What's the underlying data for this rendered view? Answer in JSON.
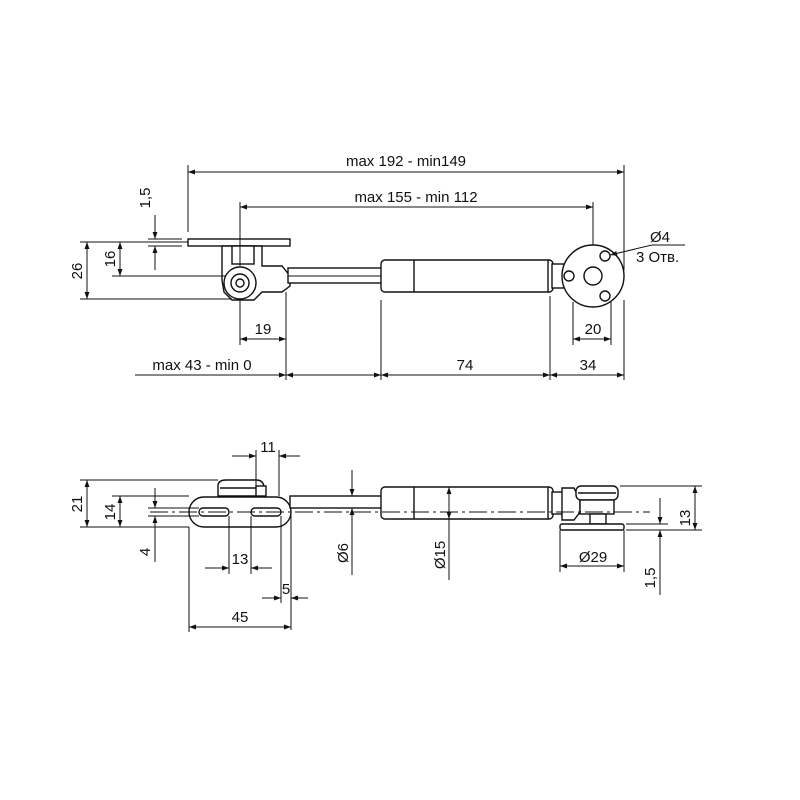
{
  "top_view": {
    "overall_length": "max 192 - min149",
    "stroke_length": "max 155 - min 112",
    "plate_thickness": "1,5",
    "height_26": "26",
    "height_16": "16",
    "hole_diameter": "Ø4",
    "hole_count": "3 Отв.",
    "dim_19": "19",
    "dim_20": "20",
    "range_left": "max 43 - min 0",
    "body_length": "74",
    "end_length": "34"
  },
  "bottom_view": {
    "dim_11": "11",
    "dim_21": "21",
    "dim_14": "14",
    "dim_4": "4",
    "dim_13_left": "13",
    "dim_5": "5",
    "dim_45": "45",
    "rod_diameter": "Ø6",
    "body_diameter": "Ø15",
    "flange_diameter": "Ø29",
    "dim_13_right": "13",
    "dim_1_5": "1,5"
  }
}
